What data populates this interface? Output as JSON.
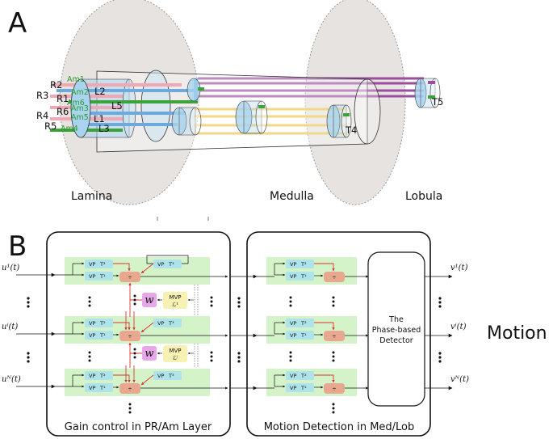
{
  "panel_a": {
    "letter": "A",
    "regions": {
      "lamina": "Lamina",
      "medulla": "Medulla",
      "lobula": "Lobula"
    },
    "photoreceptors": [
      "R2",
      "R3",
      "R1",
      "R6",
      "R4",
      "R5"
    ],
    "lamina_cells": [
      "L2",
      "L5",
      "L1",
      "L3"
    ],
    "amacrine": [
      "Am1",
      "Am2",
      "Am6",
      "Am3",
      "Am5",
      "Am4"
    ],
    "medulla_cell": "T4",
    "lobula_cell": "T5"
  },
  "panel_b": {
    "letter": "B",
    "left_title": "Gain control in PR/Am Layer",
    "right_title": "Motion Detection in Med/Lob",
    "vp_top": "VP",
    "vp_top_sym": "T²",
    "vp_bottom": "VP",
    "vp_bottom_sym": "T¹",
    "vp_top_right": "VP",
    "vp_top_right_sym": "T³",
    "mvp": "MVP",
    "mvp_sym_1": "ℒ¹",
    "mvp_sym_i": "ℒⁱ",
    "w_symbol": "w",
    "inputs": [
      "u¹(t)",
      "uⁱ(t)",
      "uᴺ(t)"
    ],
    "outputs": [
      "v¹(t)",
      "vⁱ(t)",
      "vᴺ(t)"
    ],
    "detector_lines": [
      "The",
      "Phase-based",
      "Detector"
    ],
    "motion": "Motion"
  },
  "colors": {
    "lamina_blue": "#a9d3ee",
    "pink": "#f2a7b5",
    "green": "#3aa33a",
    "purple": "#9b4ea0",
    "yellow": "#e8c24a",
    "neuropil_gray": "#e6e3e0",
    "green_band": "#d5f3c9",
    "vp_cyan": "#aee3ea",
    "div_salmon": "#e8a890",
    "w_magenta": "#e7a8e9",
    "mvp_yellow": "#f7f1b3",
    "red_arrow": "#d8362d"
  }
}
